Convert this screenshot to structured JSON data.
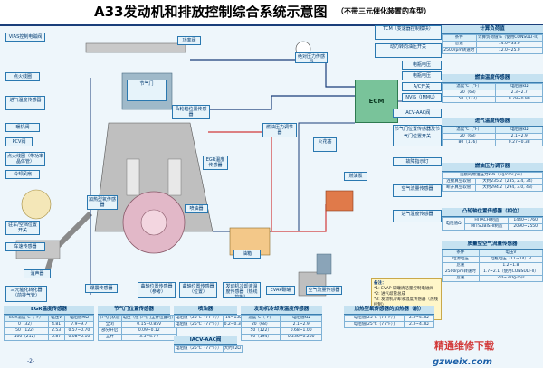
{
  "title": "A33发动机和排放控制综合系统示意图",
  "subtitle": "（不带三元催化装置的车型）",
  "left_labels": [
    "VIAS控制电磁阀",
    "点火线圈",
    "进气温度传感器",
    "暖机阀",
    "PCV阀",
    "点火线圈（带功率晶体管）",
    "冷却风扇",
    "驻车/空挡位置开关",
    "车速传感器",
    "消声器",
    "三元催化转化器（前排气管）"
  ],
  "center_labels": {
    "fuel_filter": "燃油泵",
    "throttle": "节气门",
    "tank_press": "怠速调节阀",
    "egr_sensor": "EGR温度传感器",
    "aac_valve": "AAC阀",
    "fuel_press": "燃油压力调节器",
    "camshaft": "凸轮轴位置传感器",
    "injector": "喷油器",
    "vias": "功率阀",
    "fuel_tank": "油箱",
    "knock": "爆震传感器",
    "crank_ref": "曲轴位置传感器（参考）",
    "crank_pos": "曲轴位置传感器（位置）",
    "ignition_switch": "点火开关",
    "absolute_pressure": "绝对压力传感器",
    "evap_canister": "EVAP碳罐",
    "coolant_temp": "发动机冷却液温度传感器（热线控制）",
    "air_flow": "空气流量传感器",
    "spark_plug": "火花塞",
    "heated_o2": "加热型氧传感器",
    "ecm": "ECM"
  },
  "right_labels": [
    "TCM（变速器控制模块）",
    "动力转向油压开关",
    "电瓶电压",
    "电瓶电压",
    "A/C开关",
    "NVIS（IMMU）",
    "IACV-AAC阀",
    "节气门位置传感器及节气门位置开关",
    "故障指示灯",
    "空气流量传感器",
    "进气温度传感器"
  ],
  "panels": [
    {
      "title": "计算负荷值",
      "rows": [
        [
          "怠速",
          "14.0~33.0"
        ],
        [
          "2500rpm转速时",
          "12.0~25.0"
        ]
      ],
      "head": [
        "条件",
        "计算负荷值%（使用CONSULT-II）"
      ]
    },
    {
      "title": "燃油温度传感器",
      "head": [
        "温度℃（°F）",
        "电阻值kΩ"
      ],
      "rows": [
        [
          "20（68）",
          "2.3~2.7"
        ],
        [
          "50（122）",
          "0.79~0.90"
        ]
      ]
    },
    {
      "title": "进气温度传感器",
      "head": [
        "温度℃（°F）",
        "电阻值kΩ"
      ],
      "rows": [
        [
          "20（68）",
          "2.1~2.9"
        ],
        [
          "80（176）",
          "0.27~0.38"
        ]
      ]
    },
    {
      "title": "燃油压力调节器",
      "rows": [
        [
          "连接的燃油压力kPa（kg/cm²,psi）",
          ""
        ],
        [
          "连接真空软管",
          "大约235.2（235, 2.4, 34）"
        ],
        [
          "断开真空软管",
          "大约294.2（294, 3.0, 43）"
        ]
      ],
      "head": []
    },
    {
      "title": "凸轮轴位置传感器（相位）",
      "head": [
        "电阻值Ω",
        "HITACHI制造",
        "1440~1760"
      ],
      "rows": [
        [
          "",
          "MITSUBISHI制造",
          "2090~2550"
        ]
      ]
    },
    {
      "title": "质量型空气流量传感器",
      "head": [
        "条件",
        "电压V"
      ],
      "rows": [
        [
          "电源电压",
          "电瓶电压（11~14）V"
        ],
        [
          "怠速",
          "1.2~1.8"
        ],
        [
          "2500rpm转速时",
          "1.7~2.1（使用CONSULT-II）"
        ],
        [
          "怠速",
          "2.0~3.0g·m/s"
        ]
      ]
    }
  ],
  "note": {
    "title": "备注：",
    "lines": [
      "*1: EVAP 碳罐清洁量控制电磁阀",
      "*2: 进气歧管总成",
      "*3: 发动机冷却液温度传感器（热线控制）"
    ]
  },
  "bottom_tables": [
    {
      "title": "EGR温度传感器",
      "head": [
        "EGR温度℃（°F）",
        "电压V",
        "电阻值MΩ"
      ],
      "rows": [
        [
          "0（32）",
          "4.81",
          "7.9~9.7"
        ],
        [
          "50（122）",
          "2.53",
          "0.57~0.70"
        ],
        [
          "100（212）",
          "0.87",
          "0.08~0.10"
        ]
      ]
    },
    {
      "title": "节气门位置传感器",
      "head": [
        "节气门状态",
        "电压（在节气门全开位置时）"
      ],
      "rows": [
        [
          "全闭",
          "0.15~0.85V"
        ],
        [
          "部分开启",
          "0.09~0.12"
        ],
        [
          "全开",
          "3.5~4.7V"
        ]
      ]
    },
    {
      "title": "喷油器",
      "head": [
        "电阻值（25℃（77°F））",
        "14~15Ω"
      ],
      "rows": [
        [
          "电阻值（25℃（77°F））",
          "0.2~0.3Ω"
        ]
      ]
    },
    {
      "title": "IACV-AAC阀",
      "head": [
        "电阻值（25℃（77°F））",
        "大约22Ω"
      ],
      "rows": []
    },
    {
      "title": "发动机冷却液温度传感器",
      "head": [
        "温度℃（°F）",
        "电阻值kΩ"
      ],
      "rows": [
        [
          "20（68）",
          "2.1~2.9"
        ],
        [
          "50（122）",
          "0.68~1.00"
        ],
        [
          "90（194）",
          "0.236~0.260"
        ]
      ]
    },
    {
      "title": "加热型氧传感器的加热器（前）",
      "head": [
        "电阻值[25℃（77°F）]",
        "2.3~4.3Ω"
      ],
      "rows": [
        [
          "电阻值[25℃（77°F）]",
          "2.3~4.3Ω"
        ]
      ]
    }
  ],
  "page_number": "-2-",
  "watermark_url": "gzweix.com",
  "footer_logo": "精通维修下载"
}
